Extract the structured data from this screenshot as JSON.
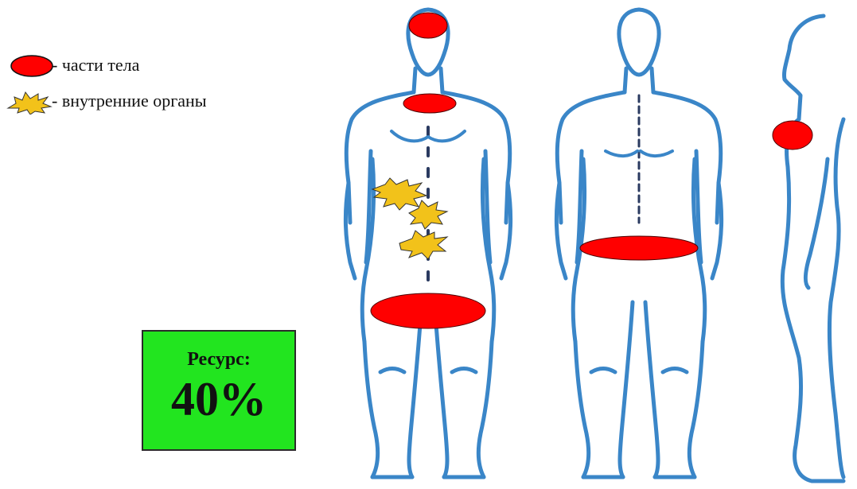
{
  "legend": {
    "body_parts": {
      "text": "- части тела",
      "color": "#ff0000"
    },
    "internal_organs": {
      "text": "- внутренние органы",
      "color": "#f2c21a"
    }
  },
  "resource": {
    "label": "Ресурс:",
    "value": "40%",
    "background": "#22e51f"
  },
  "figures": [
    {
      "view": "front",
      "markers": [
        "head",
        "neck",
        "pelvis"
      ],
      "organ_markers": 3
    },
    {
      "view": "back",
      "markers": [
        "lower-back"
      ]
    },
    {
      "view": "side",
      "markers": [
        "chest"
      ]
    }
  ],
  "colors": {
    "outline": "#3a86c8",
    "marker": "#ff0000",
    "organ": "#f2c21a"
  }
}
